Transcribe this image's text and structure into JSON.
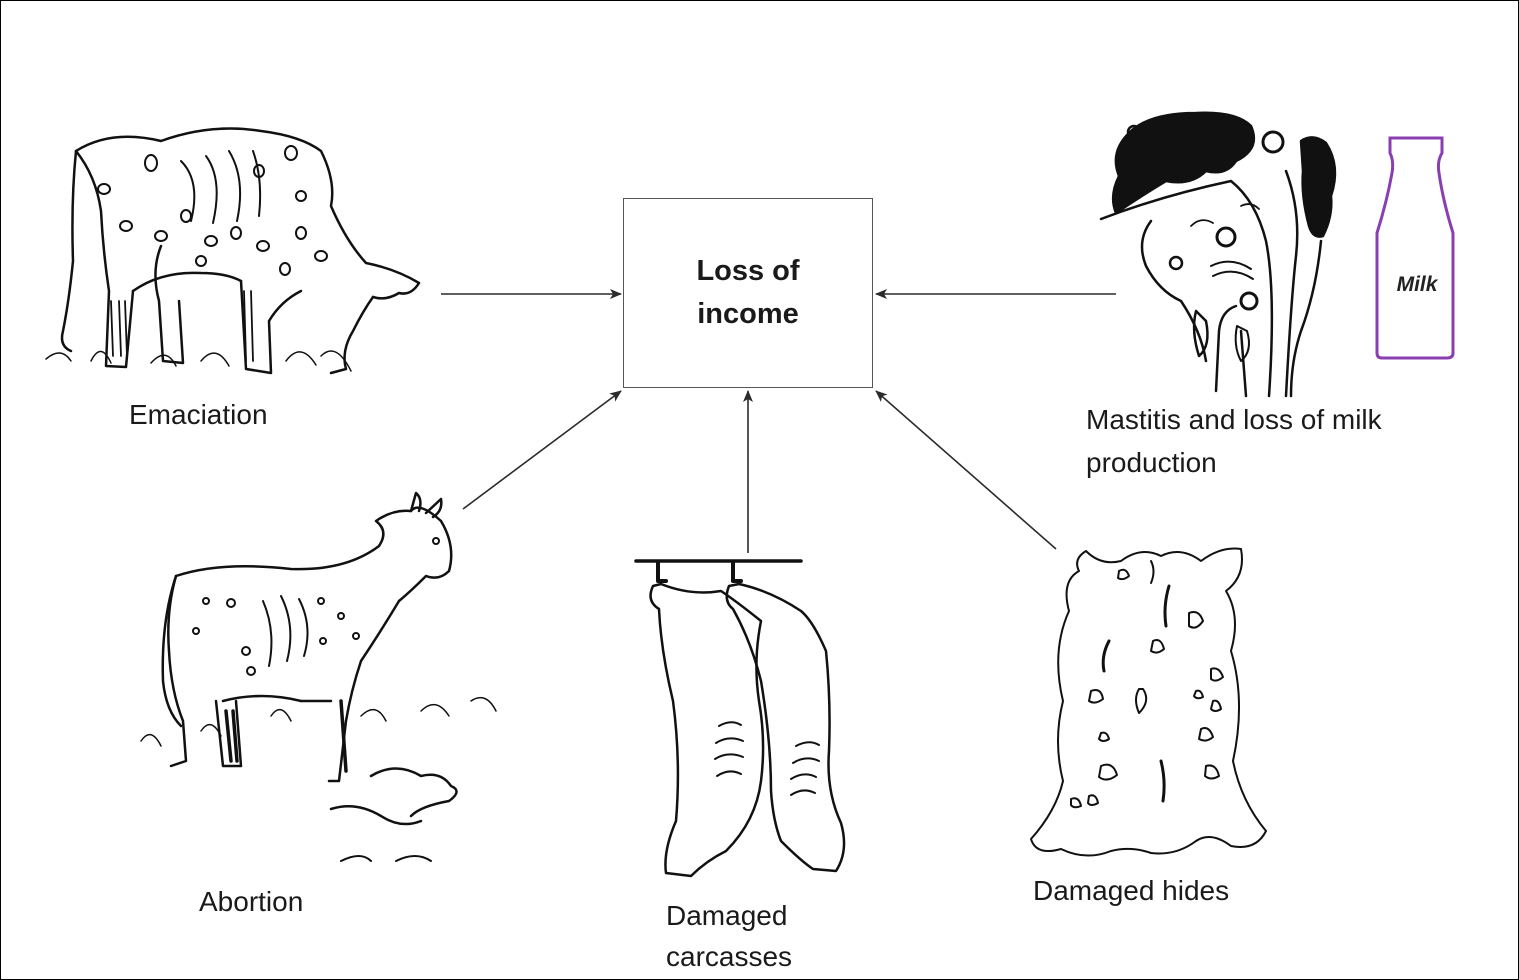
{
  "center": {
    "label": "Loss of income"
  },
  "causes": [
    {
      "id": "emaciation",
      "label": "Emaciation",
      "icon": "emaciated-cow-icon"
    },
    {
      "id": "mastitis",
      "label_line1": "Mastitis and loss of  milk",
      "label_line2": "production",
      "icon": "udder-icon",
      "bottle_label": "Milk",
      "bottle_icon": "milk-bottle-icon"
    },
    {
      "id": "abortion",
      "label": "Abortion",
      "icon": "aborting-cow-icon"
    },
    {
      "id": "carcasses",
      "label_line1": "Damaged",
      "label_line2": "carcasses",
      "icon": "hanging-carcasses-icon"
    },
    {
      "id": "hides",
      "label": "Damaged hides",
      "icon": "damaged-hide-icon"
    }
  ],
  "colors": {
    "line": "#2b2b2b",
    "box_border": "#555555",
    "bottle": "#8a3fb0",
    "ink": "#111111"
  }
}
